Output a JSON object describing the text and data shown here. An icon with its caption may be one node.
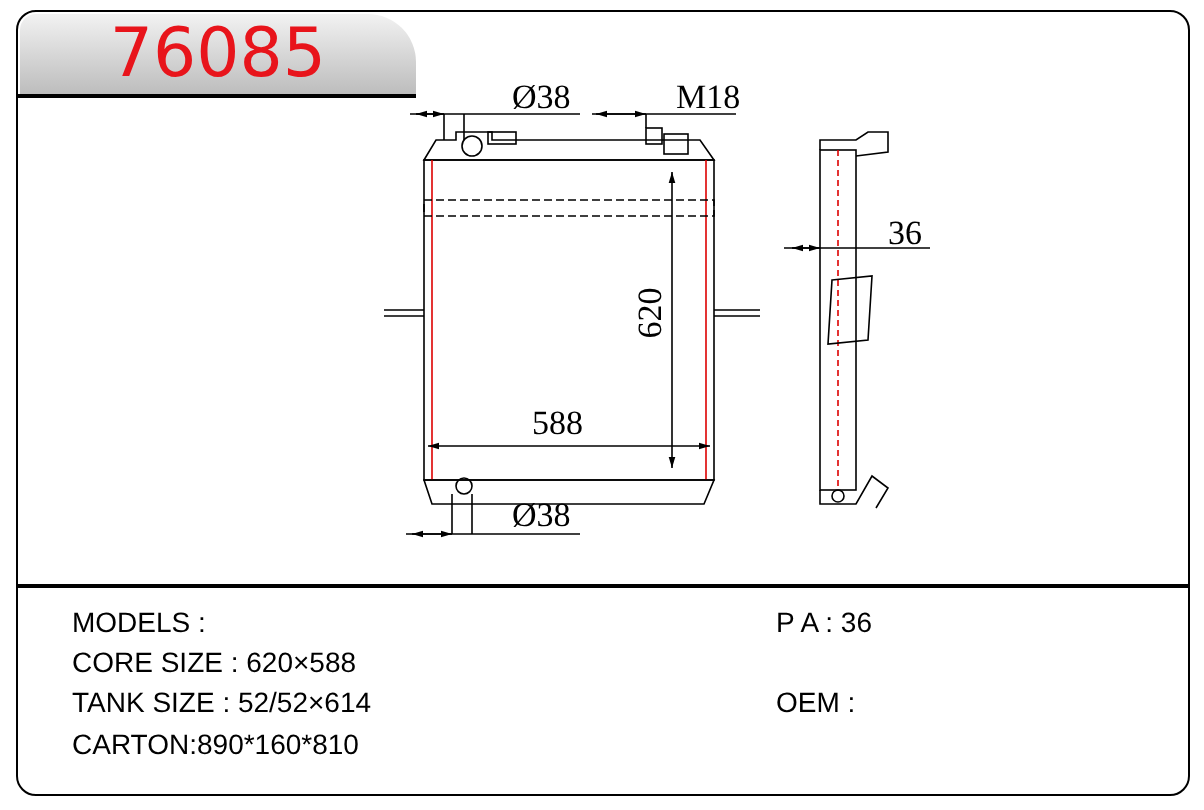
{
  "diagram": {
    "title": "76085",
    "labels": [
      "Ø38",
      "M18",
      "620",
      "588",
      "Ø38",
      "36",
      "MODELS :",
      "P A : 36",
      "CORE SIZE : 620×588",
      "TANK SIZE : 52/52×614",
      "OEM :",
      "CARTON:890*160*810"
    ]
  }
}
